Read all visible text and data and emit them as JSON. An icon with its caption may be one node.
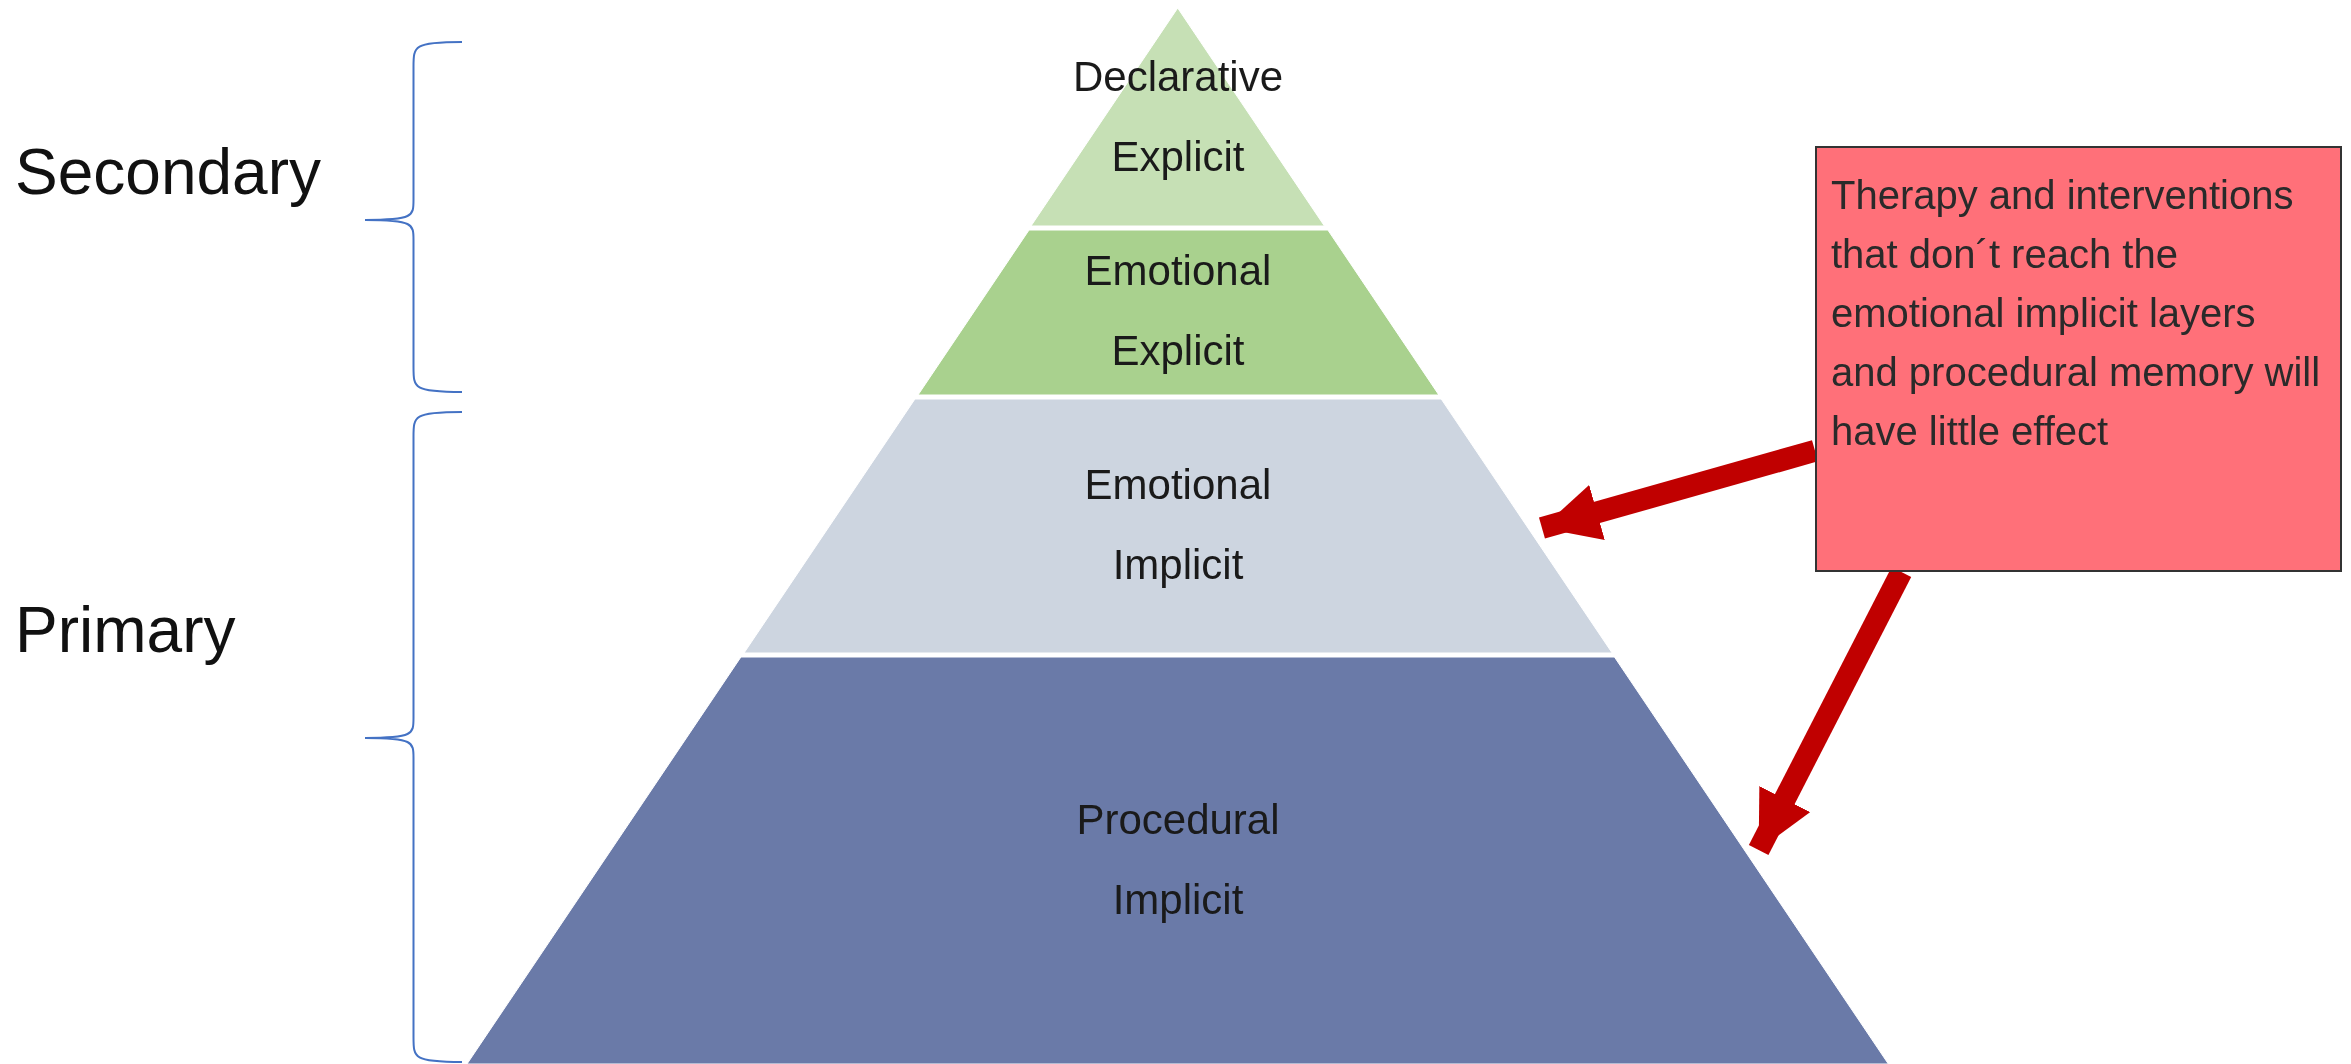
{
  "diagram": {
    "nodes": [
      {
        "text": [
          "Declarative Explicit"
        ]
      },
      {
        "text": [
          "Emotional Explicit"
        ]
      },
      {
        "text": [
          "Emotional Implicit"
        ]
      },
      {
        "text": [
          "Procedural Implicit"
        ]
      },
      {
        "text": [
          "Therapy and interventions that don´t reach the emotional implicit layers and procedural memory will have little effect"
        ]
      }
    ],
    "edges": [
      {
        "from": 4,
        "to": 2,
        "arrow": "to"
      },
      {
        "from": 4,
        "to": 3,
        "arrow": "to"
      }
    ],
    "labels": [
      "Secondary",
      "Primary"
    ]
  }
}
